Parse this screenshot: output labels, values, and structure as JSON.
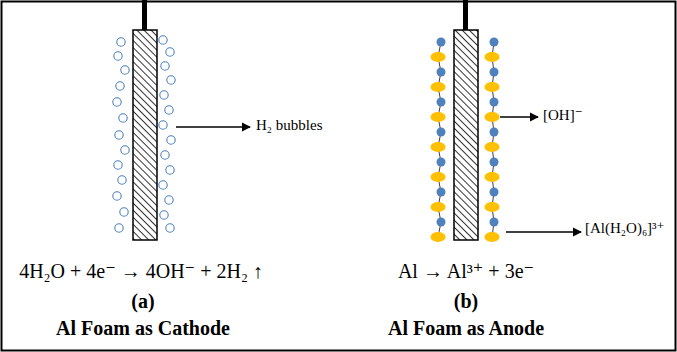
{
  "diagram": {
    "labels": [
      "H₂ bubbles",
      "4H₂O + 4e⁻ → 4OH⁻ + 2H₂ ↑",
      "(a)",
      "Al Foam as Cathode",
      "[OH]⁻",
      "[Al(H₂O)₆]³⁺",
      "Al → Al³⁺ + 3e⁻",
      "(b)",
      "Al Foam as Anode"
    ]
  }
}
